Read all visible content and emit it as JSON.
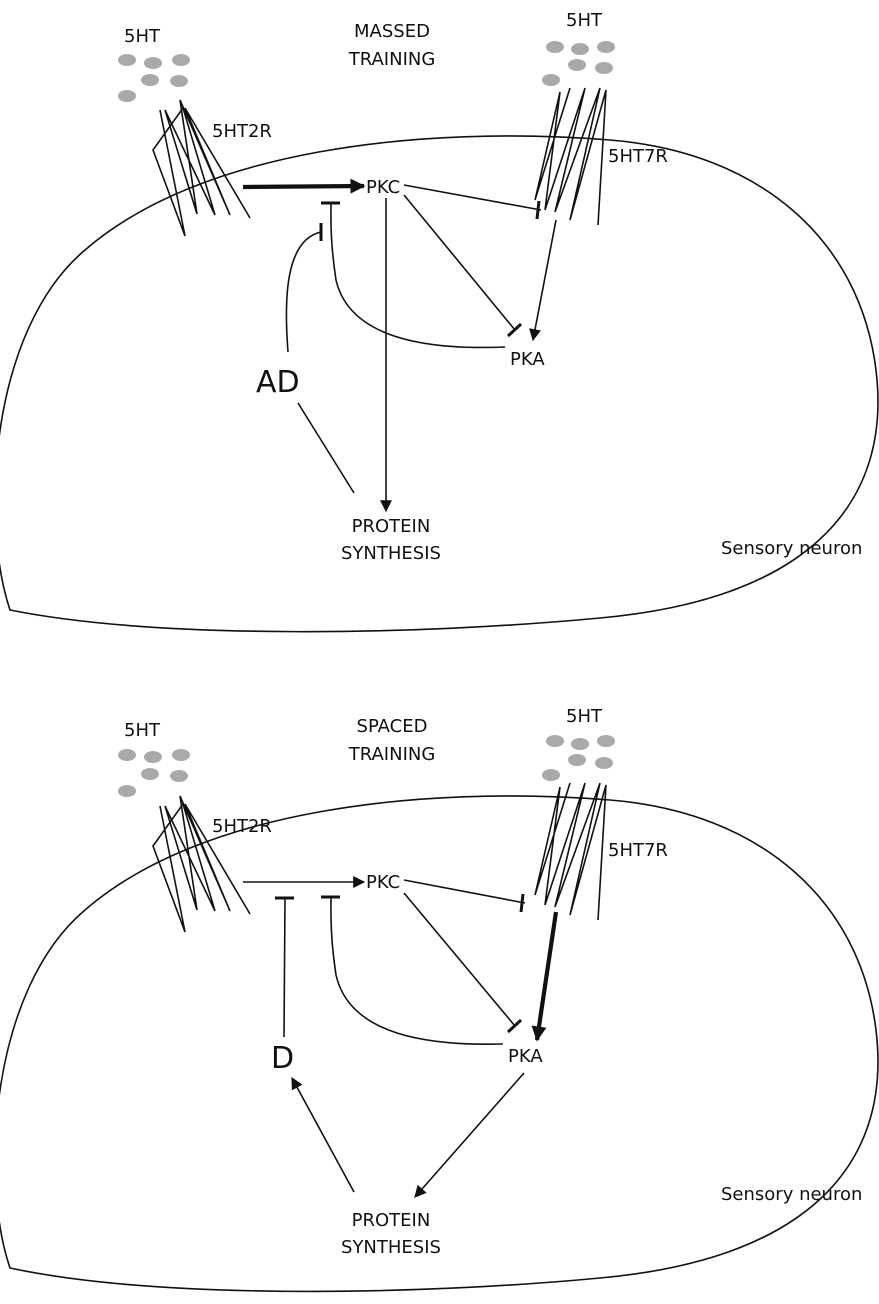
{
  "panels": [
    {
      "title_line1": "MASSED",
      "title_line2": "TRAINING",
      "serotonin_left": "5HT",
      "serotonin_right": "5HT",
      "receptor_left": "5HT2R",
      "receptor_right": "5HT7R",
      "kinase_c": "PKC",
      "kinase_a": "PKA",
      "modulator": "AD",
      "output_line1": "PROTEIN",
      "output_line2": "SYNTHESIS",
      "cell_label": "Sensory neuron"
    },
    {
      "title_line1": "SPACED",
      "title_line2": "TRAINING",
      "serotonin_left": "5HT",
      "serotonin_right": "5HT",
      "receptor_left": "5HT2R",
      "receptor_right": "5HT7R",
      "kinase_c": "PKC",
      "kinase_a": "PKA",
      "modulator": "D",
      "output_line1": "PROTEIN",
      "output_line2": "SYNTHESIS",
      "cell_label": "Sensory neuron"
    }
  ],
  "colors": {
    "line": "#111111",
    "serotonin_dot": "#a9a9a9"
  }
}
